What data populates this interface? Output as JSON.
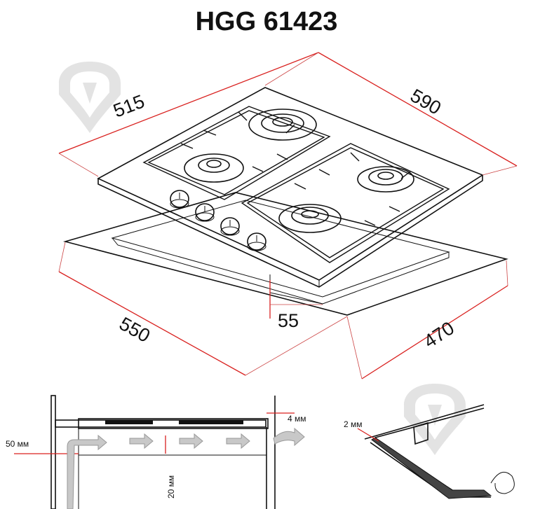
{
  "title": "HGG 61423",
  "dimensions": {
    "top_depth": "515",
    "top_width": "590",
    "cutout_width": "550",
    "cutout_depth": "470",
    "height": "55"
  },
  "section_detail": {
    "clearance_side": "50 мм",
    "clearance_below": "20 мм",
    "gap_top": "4 мм"
  },
  "seal_detail": {
    "seal_thickness": "2 мм"
  },
  "colors": {
    "dimension_lines": "#d9211f",
    "outline": "#111111",
    "airflow_arrows": "#c8c8c8",
    "watermark": "#e3e3e3"
  }
}
